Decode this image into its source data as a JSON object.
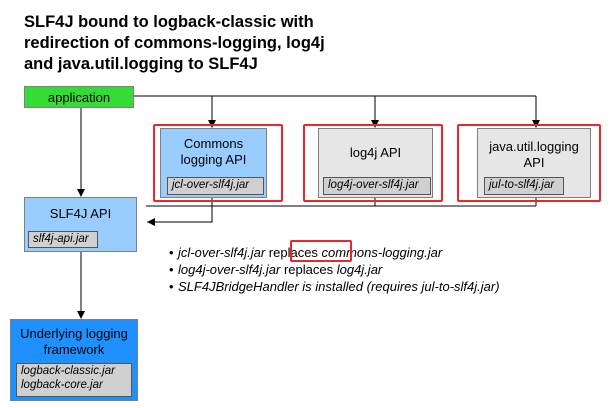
{
  "title": {
    "line1": "SLF4J bound to logback-classic with",
    "line2": "redirection of commons-logging, log4j",
    "line3": "and java.util.logging to SLF4J"
  },
  "nodes": {
    "application": {
      "label": "application"
    },
    "commons": {
      "label_line1": "Commons",
      "label_line2": "logging API",
      "jar": "jcl-over-slf4j.jar"
    },
    "log4j": {
      "label": "log4j API",
      "jar": "log4j-over-slf4j.jar"
    },
    "jul": {
      "label_line1": "java.util.logging",
      "label_line2": "API",
      "jar": "jul-to-slf4j.jar"
    },
    "slf4j": {
      "label": "SLF4J API",
      "jar": "slf4j-api.jar"
    },
    "underlying": {
      "label_line1": "Underlying logging",
      "label_line2": "framework",
      "jar_line1": "logback-classic.jar",
      "jar_line2": "logback-core.jar"
    }
  },
  "notes": [
    {
      "before": "jcl-over-slf4j.jar ",
      "keyword": "replaces",
      "after": " commons-logging.jar"
    },
    {
      "before": "log4j-over-slf4j.jar ",
      "keyword": "replaces",
      "after": " log4j.jar"
    },
    {
      "before": "SLF4JBridgeHandler ",
      "keyword": "is installed",
      "after": " (requires jul-to-slf4j.jar)"
    }
  ],
  "colors": {
    "application": "#33dd33",
    "commons": "#99ccff",
    "log4j": "#e6e6e6",
    "jul": "#e6e6e6",
    "slf4j": "#99ccff",
    "underlying": "#1e90ff",
    "highlight": "#e8282b"
  }
}
